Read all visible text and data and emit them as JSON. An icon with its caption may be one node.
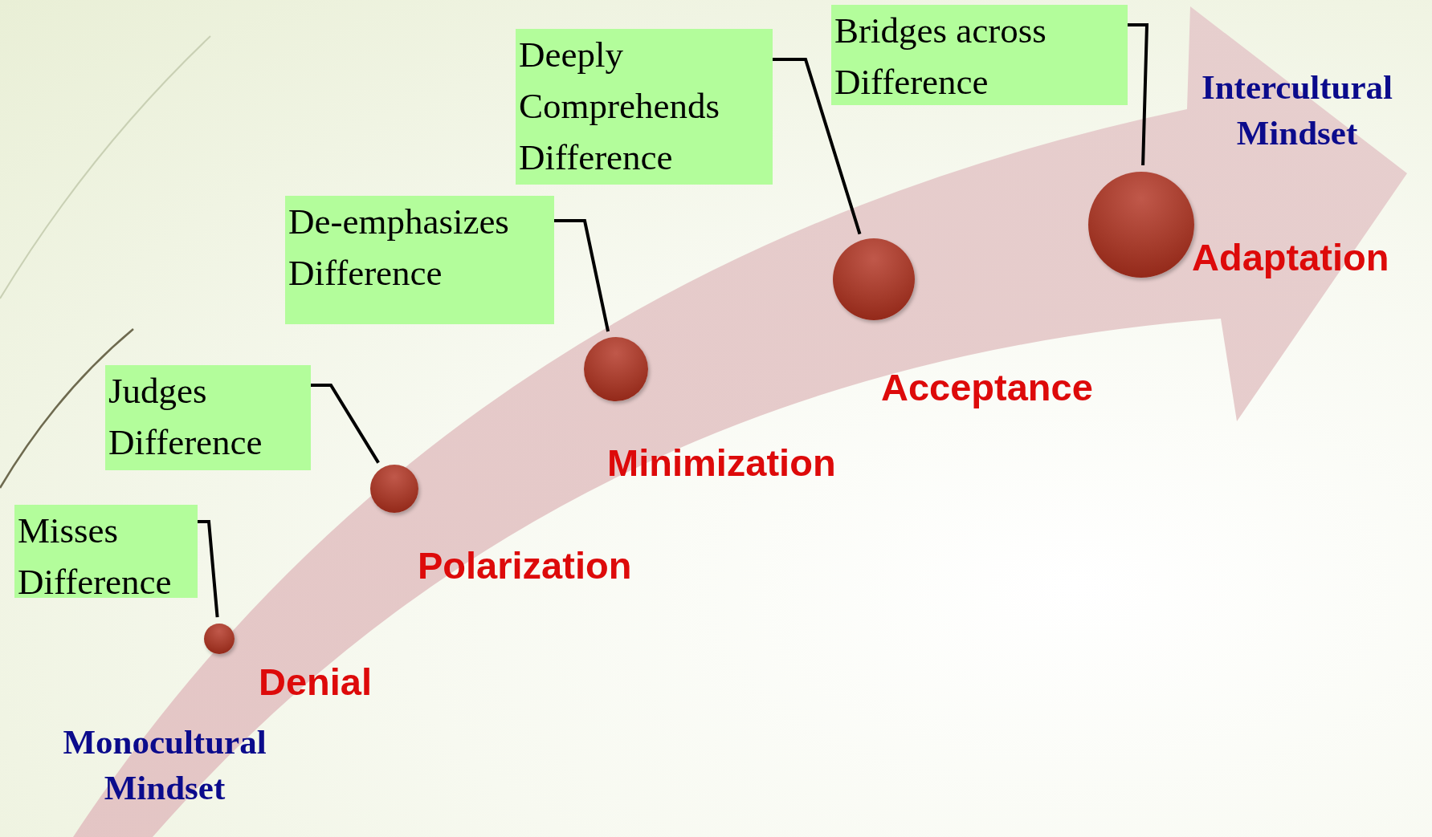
{
  "diagram": {
    "nodes": [
      {
        "text": [
          "Misses Difference"
        ]
      },
      {
        "text": [],
        "shape": "circle",
        "beside": [
          "Denial"
        ]
      },
      {
        "text": [
          "Judges Difference"
        ]
      },
      {
        "text": [],
        "shape": "circle",
        "beside": [
          "Polarization"
        ]
      },
      {
        "text": [
          "De-emphasizes Difference"
        ]
      },
      {
        "text": [],
        "shape": "circle",
        "beside": [
          "Minimization"
        ]
      },
      {
        "text": [
          "Deeply Comprehends Difference"
        ]
      },
      {
        "text": [],
        "shape": "circle",
        "beside": [
          "Acceptance"
        ]
      },
      {
        "text": [
          "Bridges across Difference"
        ]
      },
      {
        "text": [],
        "shape": "circle",
        "beside": [
          "Adaptation"
        ]
      }
    ],
    "edges": [
      {
        "from": 0,
        "to": 1,
        "arrow": "none"
      },
      {
        "from": 2,
        "to": 3,
        "arrow": "none"
      },
      {
        "from": 4,
        "to": 5,
        "arrow": "none"
      },
      {
        "from": 6,
        "to": 7,
        "arrow": "none"
      },
      {
        "from": 8,
        "to": 9,
        "arrow": "none"
      }
    ],
    "labels": [
      "Intercultural Mindset",
      "Monocultural Mindset"
    ]
  }
}
